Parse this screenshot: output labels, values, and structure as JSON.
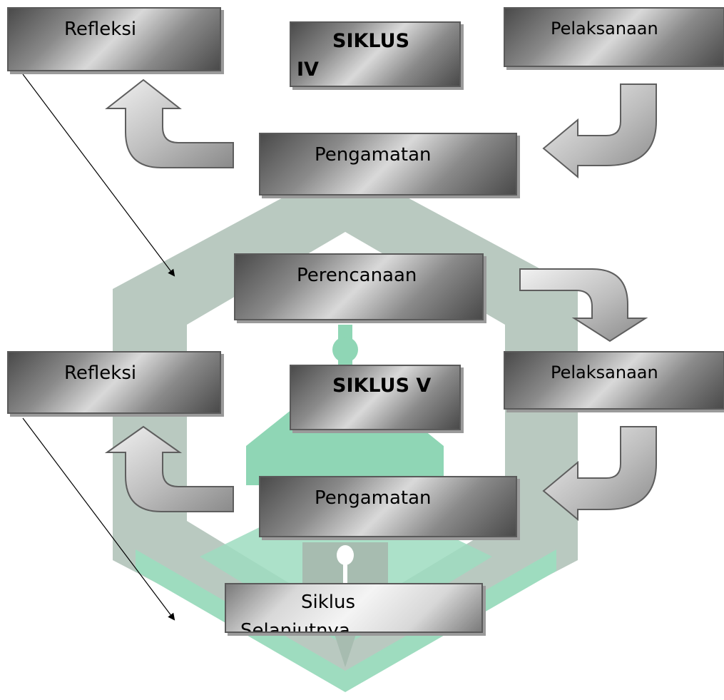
{
  "colors": {
    "watermark_green": "#8fd6b5",
    "watermark_grey": "#b9c9c0",
    "box_border": "#5a5a5a",
    "arrow_fill": "#d9d9d9",
    "arrow_stroke": "#5e5e5e"
  },
  "cycle4": {
    "title_line1": "SIKLUS",
    "title_line2": "IV",
    "reflection": "Refleksi",
    "implementation": "Pelaksanaan",
    "observation": "Pengamatan"
  },
  "planning": "Perencanaan",
  "cycle5": {
    "title": "SIKLUS V",
    "reflection": "Refleksi",
    "implementation": "Pelaksanaan",
    "observation": "Pengamatan"
  },
  "next_cycle": {
    "line1": "Siklus",
    "line2": "Selanjutnya"
  },
  "icons": {
    "watermark": "university-logo-watermark",
    "curved_arrow": "curved-block-arrow",
    "connector": "straight-arrow-connector"
  }
}
